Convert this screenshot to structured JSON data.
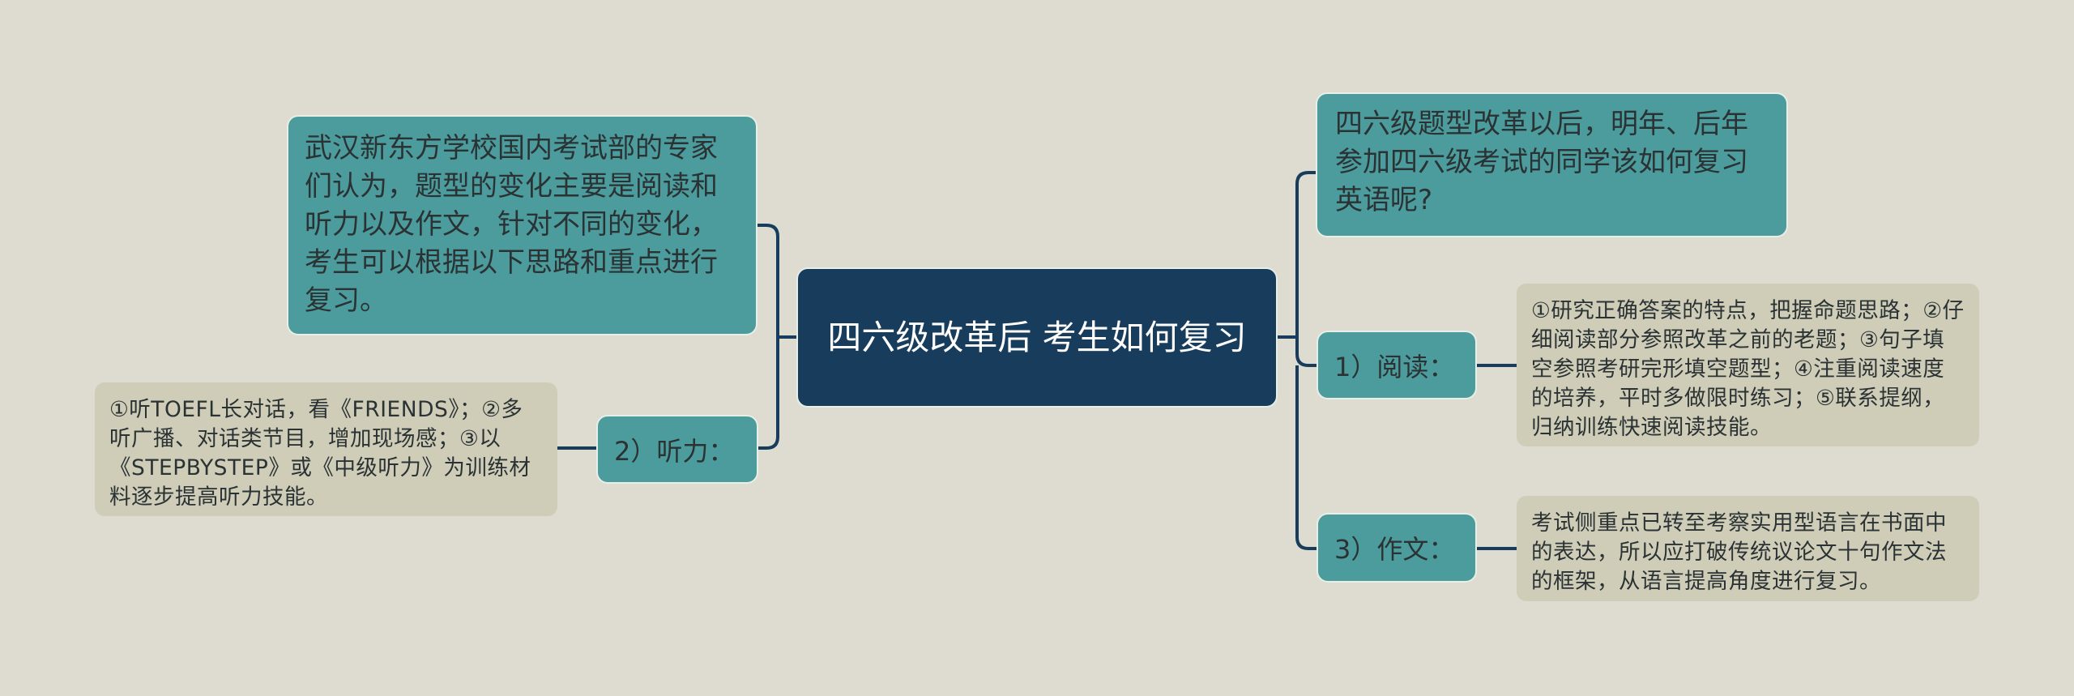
{
  "mindmap": {
    "root": {
      "title": "四六级改革后 考生如何复习"
    },
    "left": {
      "intro": "武汉新东方学校国内考试部的专家们认为，题型的变化主要是阅读和听力以及作文，针对不同的变化，考生可以根据以下思路和重点进行复习。",
      "listening": {
        "label": "2）听力：",
        "detail": "①听TOEFL长对话，看《FRIENDS》；②多听广播、对话类节目，增加现场感；③以《STEPBYSTEP》或《中级听力》为训练材料逐步提高听力技能。"
      }
    },
    "right": {
      "question": "四六级题型改革以后，明年、后年参加四六级考试的同学该如何复习英语呢?",
      "reading": {
        "label": "1）阅读：",
        "detail": "①研究正确答案的特点，把握命题思路；②仔细阅读部分参照改革之前的老题；③句子填空参照考研完形填空题型；④注重阅读速度的培养，平时多做限时练习；⑤联系提纲，归纳训练快速阅读技能。"
      },
      "writing": {
        "label": "3）作文：",
        "detail": "考试侧重点已转至考察实用型语言在书面中的表达，所以应打破传统议论文十句作文法的框架，从语言提高角度进行复习。"
      }
    },
    "colors": {
      "background": "#dedcd0",
      "root": "#173c5c",
      "branch": "#4c9c9d",
      "leaf": "#cfcdb8",
      "connector": "#173c5c"
    }
  }
}
